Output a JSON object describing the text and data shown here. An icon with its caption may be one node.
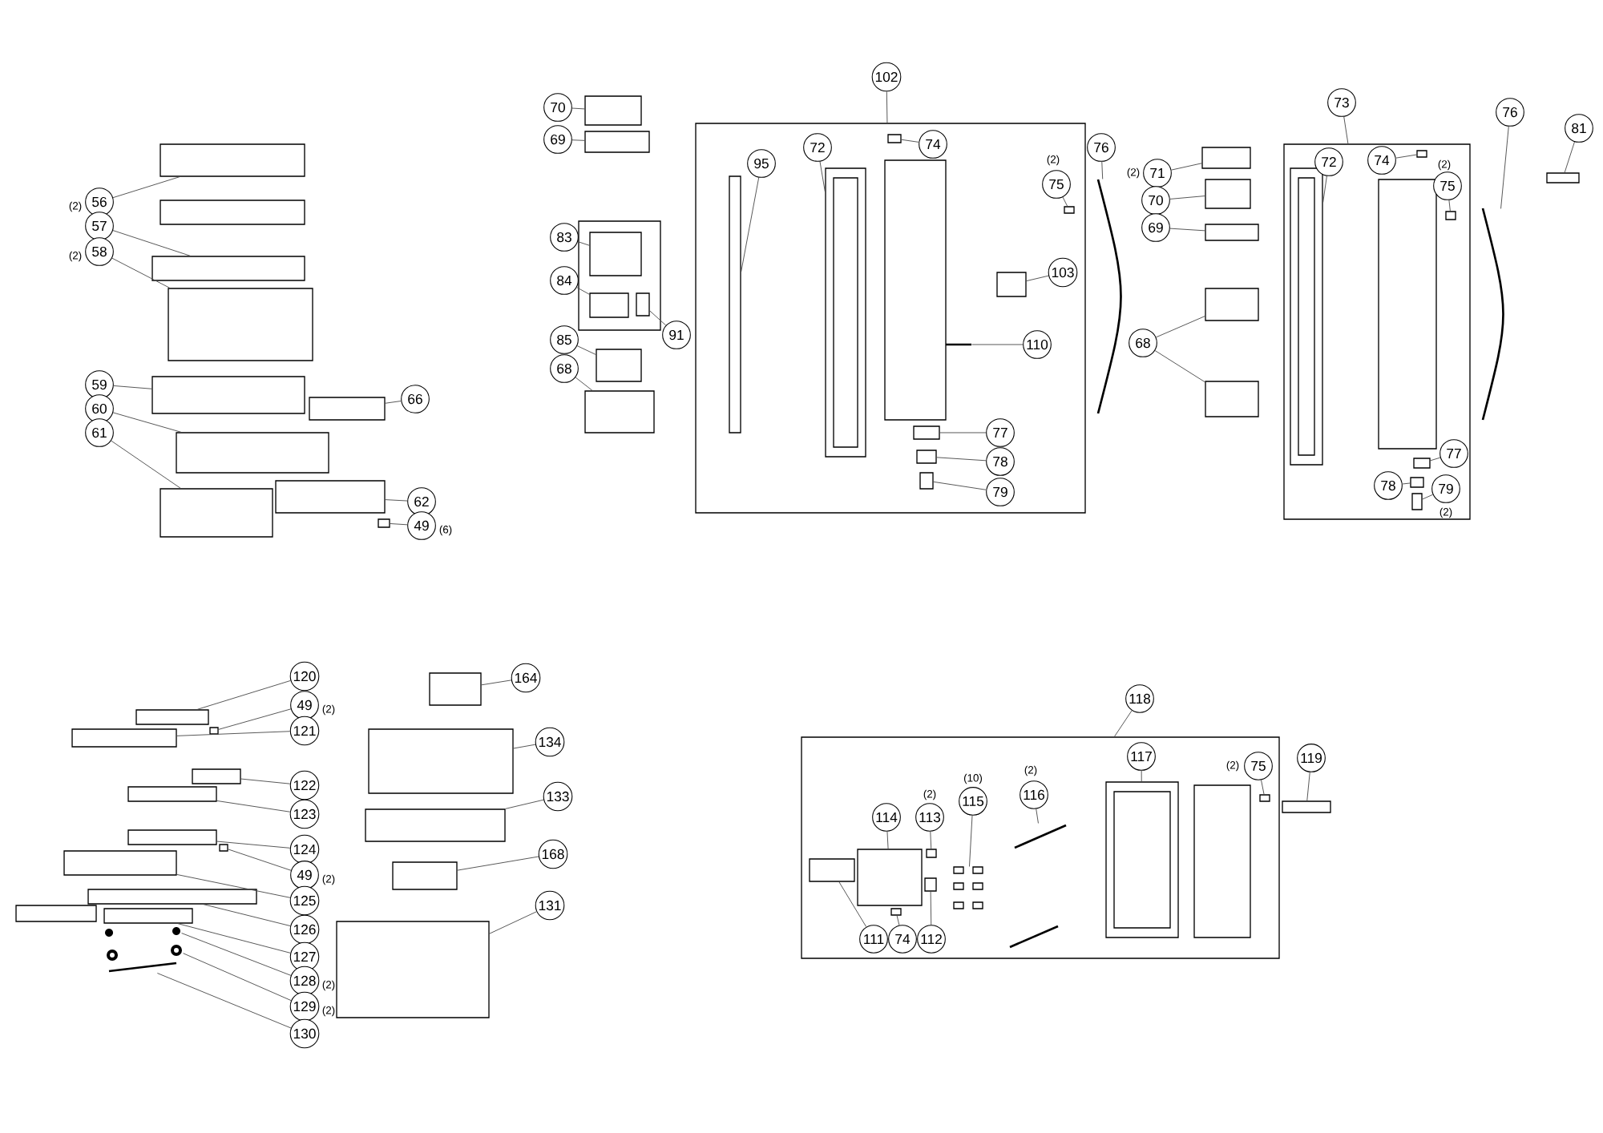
{
  "diagram": {
    "nodes": [
      {
        "text": [
          "56"
        ],
        "beside": [
          "(2)"
        ]
      },
      {
        "text": [
          "57"
        ]
      },
      {
        "text": [
          "58"
        ],
        "beside": [
          "(2)"
        ]
      },
      {
        "text": [
          "59"
        ]
      },
      {
        "text": [
          "60"
        ]
      },
      {
        "text": [
          "61"
        ]
      },
      {
        "text": [
          "66"
        ]
      },
      {
        "text": [
          "62"
        ]
      },
      {
        "text": [
          "49"
        ],
        "beside": [
          "(6)"
        ]
      },
      {
        "text": [
          "70"
        ]
      },
      {
        "text": [
          "69"
        ]
      },
      {
        "text": [],
        "shape": "box"
      },
      {
        "text": [
          "83"
        ]
      },
      {
        "text": [
          "84"
        ]
      },
      {
        "text": [
          "91"
        ]
      },
      {
        "text": [
          "85"
        ]
      },
      {
        "text": [
          "68"
        ]
      },
      {
        "text": [
          "102"
        ]
      },
      {
        "text": [],
        "shape": "box"
      },
      {
        "text": [
          "74"
        ],
        "in": 18
      },
      {
        "text": [
          "72"
        ],
        "in": 18
      },
      {
        "text": [
          "95"
        ],
        "in": 18
      },
      {
        "text": [
          "75"
        ],
        "in": 18,
        "beside": [
          "(2)"
        ]
      },
      {
        "text": [
          "103"
        ],
        "in": 18
      },
      {
        "text": [
          "110"
        ],
        "in": 18
      },
      {
        "text": [
          "77"
        ],
        "in": 18
      },
      {
        "text": [
          "78"
        ],
        "in": 18
      },
      {
        "text": [
          "79"
        ],
        "in": 18
      },
      {
        "text": [
          "76"
        ]
      },
      {
        "text": [
          "71"
        ],
        "beside": [
          "(2)"
        ]
      },
      {
        "text": [
          "70"
        ]
      },
      {
        "text": [
          "69"
        ]
      },
      {
        "text": [
          "68"
        ]
      },
      {
        "text": [
          "73"
        ]
      },
      {
        "text": [],
        "shape": "box"
      },
      {
        "text": [
          "74"
        ],
        "in": 34
      },
      {
        "text": [
          "72"
        ],
        "in": 34
      },
      {
        "text": [
          "75"
        ],
        "in": 34,
        "beside": [
          "(2)"
        ]
      },
      {
        "text": [
          "77"
        ],
        "in": 34
      },
      {
        "text": [
          "78"
        ],
        "in": 34
      },
      {
        "text": [
          "79"
        ],
        "in": 34,
        "beside": [
          "(2)"
        ]
      },
      {
        "text": [
          "76"
        ]
      },
      {
        "text": [
          "81"
        ]
      },
      {
        "text": [
          "120"
        ]
      },
      {
        "text": [
          "49"
        ],
        "beside": [
          "(2)"
        ]
      },
      {
        "text": [
          "121"
        ]
      },
      {
        "text": [
          "122"
        ]
      },
      {
        "text": [
          "123"
        ]
      },
      {
        "text": [
          "124"
        ]
      },
      {
        "text": [
          "49"
        ],
        "beside": [
          "(2)"
        ]
      },
      {
        "text": [
          "125"
        ]
      },
      {
        "text": [
          "126"
        ]
      },
      {
        "text": [
          "127"
        ]
      },
      {
        "text": [
          "128"
        ],
        "beside": [
          "(2)"
        ]
      },
      {
        "text": [
          "129"
        ],
        "beside": [
          "(2)"
        ]
      },
      {
        "text": [
          "130"
        ]
      },
      {
        "text": [
          "164"
        ]
      },
      {
        "text": [
          "134"
        ]
      },
      {
        "text": [
          "133"
        ]
      },
      {
        "text": [
          "168"
        ]
      },
      {
        "text": [
          "131"
        ]
      },
      {
        "text": [
          "118"
        ]
      },
      {
        "text": [],
        "shape": "box"
      },
      {
        "text": [
          "114"
        ],
        "in": 62
      },
      {
        "text": [
          "113"
        ],
        "in": 62,
        "beside": [
          "(2)"
        ]
      },
      {
        "text": [
          "115"
        ],
        "in": 62,
        "beside": [
          "(10)"
        ]
      },
      {
        "text": [
          "116"
        ],
        "in": 62,
        "beside": [
          "(2)"
        ]
      },
      {
        "text": [
          "117"
        ],
        "in": 62
      },
      {
        "text": [
          "75"
        ],
        "in": 62,
        "beside": [
          "(2)"
        ]
      },
      {
        "text": [
          "111"
        ],
        "in": 62
      },
      {
        "text": [
          "74"
        ],
        "in": 62
      },
      {
        "text": [
          "112"
        ],
        "in": 62
      },
      {
        "text": [
          "119"
        ]
      },
      {
        "text": [],
        "shape": "box"
      },
      {
        "text": [],
        "shape": "box"
      },
      {
        "text": [],
        "shape": "box"
      },
      {
        "text": [],
        "shape": "box"
      },
      {
        "text": [],
        "shape": "box"
      },
      {
        "text": [],
        "shape": "box"
      },
      {
        "text": [],
        "shape": "box"
      },
      {
        "text": [],
        "shape": "box"
      },
      {
        "text": [],
        "shape": "box"
      },
      {
        "text": [],
        "shape": "box"
      },
      {
        "text": [],
        "shape": "box"
      },
      {
        "text": [],
        "shape": "box"
      },
      {
        "text": [],
        "shape": "box",
        "in": 11
      },
      {
        "text": [],
        "shape": "box",
        "in": 11
      },
      {
        "text": [],
        "shape": "box",
        "in": 11
      },
      {
        "text": [],
        "shape": "box"
      },
      {
        "text": [],
        "shape": "box"
      },
      {
        "text": [],
        "shape": "box",
        "in": 18
      },
      {
        "text": [],
        "shape": "box",
        "in": 18
      },
      {
        "text": [],
        "shape": "picture",
        "in": 18
      },
      {
        "text": [],
        "shape": "box",
        "in": 18
      },
      {
        "text": [],
        "shape": "box",
        "in": 18
      },
      {
        "text": [],
        "shape": "picture",
        "in": 18
      },
      {
        "text": [],
        "shape": "box",
        "in": 18
      },
      {
        "text": [],
        "shape": "box",
        "in": 18
      },
      {
        "text": [],
        "shape": "box",
        "in": 18
      },
      {
        "text": [],
        "shape": "picture"
      },
      {
        "text": [],
        "shape": "box"
      },
      {
        "text": [],
        "shape": "box"
      },
      {
        "text": [],
        "shape": "box"
      },
      {
        "text": [],
        "shape": "box"
      },
      {
        "text": [],
        "shape": "box"
      },
      {
        "text": [],
        "shape": "picture",
        "in": 34
      },
      {
        "text": [],
        "shape": "box",
        "in": 34
      },
      {
        "text": [],
        "shape": "box",
        "in": 34
      },
      {
        "text": [],
        "shape": "box",
        "in": 34
      },
      {
        "text": [],
        "shape": "box",
        "in": 34
      },
      {
        "text": [],
        "shape": "box",
        "in": 34
      },
      {
        "text": [],
        "shape": "box",
        "in": 34
      },
      {
        "text": [],
        "shape": "picture"
      },
      {
        "text": [],
        "shape": "box"
      },
      {
        "text": [],
        "shape": "box"
      },
      {
        "text": [],
        "shape": "box"
      },
      {
        "text": [],
        "shape": "box"
      },
      {
        "text": [],
        "shape": "box"
      },
      {
        "text": [],
        "shape": "box"
      },
      {
        "text": [],
        "shape": "box"
      },
      {
        "text": [],
        "shape": "box"
      },
      {
        "text": [],
        "shape": "box"
      },
      {
        "text": [],
        "shape": "box"
      },
      {
        "text": [],
        "shape": "box"
      },
      {
        "text": [],
        "shape": "box"
      },
      {
        "text": [],
        "shape": "picture"
      },
      {
        "text": [],
        "shape": "picture"
      },
      {
        "text": [],
        "shape": "circle"
      },
      {
        "text": [],
        "shape": "circle"
      },
      {
        "text": [],
        "shape": "picture"
      },
      {
        "text": [],
        "shape": "box"
      },
      {
        "text": [],
        "shape": "box"
      },
      {
        "text": [],
        "shape": "box"
      },
      {
        "text": [],
        "shape": "box"
      },
      {
        "text": [],
        "shape": "box"
      },
      {
        "text": [],
        "shape": "box",
        "in": 62
      },
      {
        "text": [],
        "shape": "box",
        "in": 62
      },
      {
        "text": [],
        "shape": "box",
        "in": 62
      },
      {
        "text": [],
        "shape": "box",
        "in": 62
      },
      {
        "text": [],
        "shape": "box",
        "in": 62
      },
      {
        "text": [],
        "shape": "picture",
        "in": 62
      },
      {
        "text": [],
        "shape": "picture",
        "in": 62
      },
      {
        "text": [],
        "shape": "picture",
        "in": 62
      },
      {
        "text": [],
        "shape": "picture",
        "in": 62
      },
      {
        "text": [],
        "shape": "box",
        "in": 62
      },
      {
        "text": [],
        "shape": "box",
        "in": 62
      },
      {
        "text": [],
        "shape": "box"
      },
      {
        "text": [],
        "shape": "box",
        "in": 18
      }
    ],
    "edges": [
      {
        "from": 0,
        "to": 73,
        "arrow": "none"
      },
      {
        "from": 1,
        "to": 75,
        "arrow": "none"
      },
      {
        "from": 2,
        "to": 76,
        "arrow": "none"
      },
      {
        "from": 3,
        "to": 77,
        "arrow": "none"
      },
      {
        "from": 4,
        "to": 79,
        "arrow": "none"
      },
      {
        "from": 5,
        "to": 80,
        "arrow": "none"
      },
      {
        "from": 6,
        "to": 78,
        "arrow": "none"
      },
      {
        "from": 7,
        "to": 81,
        "arrow": "none"
      },
      {
        "from": 8,
        "to": 82,
        "arrow": "none"
      },
      {
        "from": 9,
        "to": 83,
        "arrow": "none"
      },
      {
        "from": 10,
        "to": 84,
        "arrow": "none"
      },
      {
        "from": 12,
        "to": 85,
        "arrow": "none"
      },
      {
        "from": 13,
        "to": 86,
        "arrow": "none"
      },
      {
        "from": 14,
        "to": 87,
        "arrow": "none"
      },
      {
        "from": 15,
        "to": 88,
        "arrow": "none"
      },
      {
        "from": 16,
        "to": 89,
        "arrow": "none"
      },
      {
        "from": 17,
        "to": 18,
        "arrow": "none"
      },
      {
        "from": 19,
        "to": 90,
        "arrow": "none"
      },
      {
        "from": 20,
        "to": 92,
        "arrow": "none"
      },
      {
        "from": 21,
        "to": 91,
        "arrow": "none"
      },
      {
        "from": 22,
        "to": 147,
        "arrow": "none"
      },
      {
        "from": 23,
        "to": 94,
        "arrow": "none"
      },
      {
        "from": 24,
        "to": 95,
        "arrow": "none"
      },
      {
        "from": 25,
        "to": 96,
        "arrow": "none"
      },
      {
        "from": 26,
        "to": 97,
        "arrow": "none"
      },
      {
        "from": 27,
        "to": 98,
        "arrow": "none"
      },
      {
        "from": 28,
        "to": 99,
        "arrow": "none"
      },
      {
        "from": 29,
        "to": 100,
        "arrow": "none"
      },
      {
        "from": 30,
        "to": 101,
        "arrow": "none"
      },
      {
        "from": 31,
        "to": 102,
        "arrow": "none"
      },
      {
        "from": 32,
        "to": 103,
        "arrow": "none"
      },
      {
        "from": 32,
        "to": 104,
        "arrow": "none"
      },
      {
        "from": 33,
        "to": 34,
        "arrow": "none"
      },
      {
        "from": 35,
        "to": 107,
        "arrow": "none"
      },
      {
        "from": 36,
        "to": 105,
        "arrow": "none"
      },
      {
        "from": 37,
        "to": 108,
        "arrow": "none"
      },
      {
        "from": 38,
        "to": 109,
        "arrow": "none"
      },
      {
        "from": 39,
        "to": 110,
        "arrow": "none"
      },
      {
        "from": 40,
        "to": 111,
        "arrow": "none"
      },
      {
        "from": 41,
        "to": 112,
        "arrow": "none"
      },
      {
        "from": 42,
        "to": 113,
        "arrow": "none"
      },
      {
        "from": 43,
        "to": 114,
        "arrow": "none"
      },
      {
        "from": 44,
        "to": 115,
        "arrow": "none"
      },
      {
        "from": 45,
        "to": 116,
        "arrow": "none"
      },
      {
        "from": 46,
        "to": 117,
        "arrow": "none"
      },
      {
        "from": 47,
        "to": 118,
        "arrow": "none"
      },
      {
        "from": 48,
        "to": 119,
        "arrow": "none"
      },
      {
        "from": 49,
        "to": 120,
        "arrow": "none"
      },
      {
        "from": 50,
        "to": 121,
        "arrow": "none"
      },
      {
        "from": 51,
        "to": 122,
        "arrow": "none"
      },
      {
        "from": 52,
        "to": 123,
        "arrow": "none"
      },
      {
        "from": 53,
        "to": 126,
        "arrow": "none"
      },
      {
        "from": 54,
        "to": 128,
        "arrow": "none"
      },
      {
        "from": 55,
        "to": 129,
        "arrow": "none"
      },
      {
        "from": 56,
        "to": 130,
        "arrow": "none"
      },
      {
        "from": 57,
        "to": 131,
        "arrow": "none"
      },
      {
        "from": 58,
        "to": 132,
        "arrow": "none"
      },
      {
        "from": 59,
        "to": 133,
        "arrow": "none"
      },
      {
        "from": 60,
        "to": 134,
        "arrow": "none"
      },
      {
        "from": 61,
        "to": 62,
        "arrow": "none"
      },
      {
        "from": 63,
        "to": 135,
        "arrow": "none"
      },
      {
        "from": 64,
        "to": 137,
        "arrow": "none"
      },
      {
        "from": 65,
        "to": 140,
        "arrow": "none"
      },
      {
        "from": 66,
        "to": 141,
        "arrow": "none"
      },
      {
        "from": 67,
        "to": 143,
        "arrow": "none"
      },
      {
        "from": 68,
        "to": 145,
        "arrow": "none"
      },
      {
        "from": 69,
        "to": 136,
        "arrow": "none"
      },
      {
        "from": 70,
        "to": 139,
        "arrow": "none"
      },
      {
        "from": 71,
        "to": 138,
        "arrow": "none"
      },
      {
        "from": 72,
        "to": 146,
        "arrow": "none"
      }
    ]
  }
}
